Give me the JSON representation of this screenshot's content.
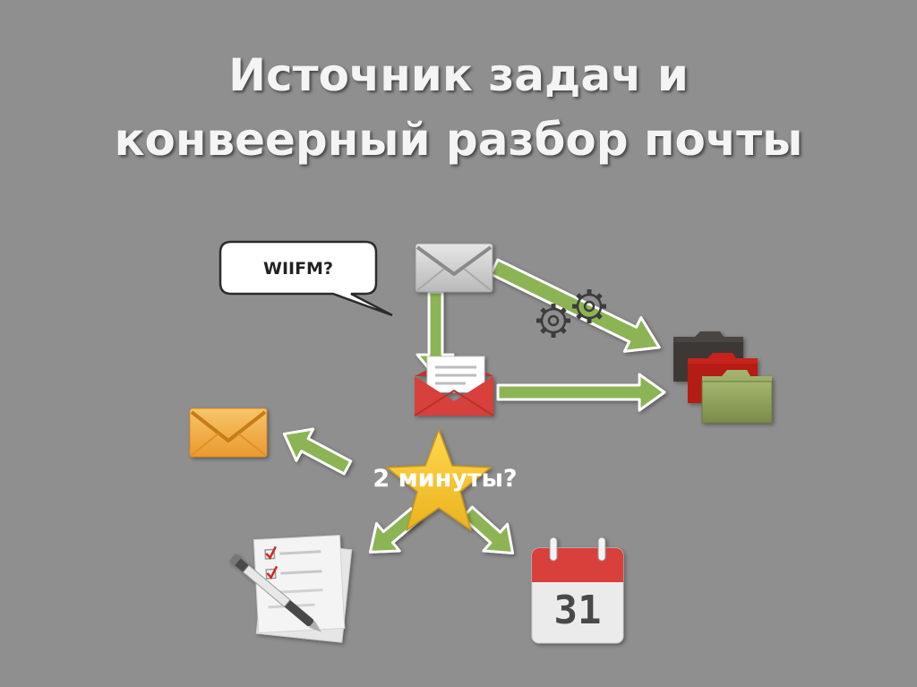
{
  "slide": {
    "title_line1": "Источник задач и",
    "title_line2": "конвеерный разбор почты"
  },
  "diagram": {
    "speech_bubble_text": "WIIFM?",
    "star_label": "2 минуты?",
    "calendar_day": "31"
  },
  "colors": {
    "background": "#8f8f8f",
    "arrow_fill": "#8cb454",
    "arrow_outline": "#ffffff",
    "star": "#f2c12e",
    "open_envelope_red": "#d8413a",
    "orange_envelope": "#f0a83a",
    "folder_green": "#8fa25c",
    "folder_red": "#c8201b",
    "folder_dark": "#4a4542",
    "calendar_red": "#d9413a"
  },
  "icons": [
    "envelope-icon",
    "open-envelope-icon",
    "gears-icon",
    "folders-icon",
    "orange-envelope-icon",
    "star-icon",
    "checklist-icon",
    "calendar-icon"
  ]
}
